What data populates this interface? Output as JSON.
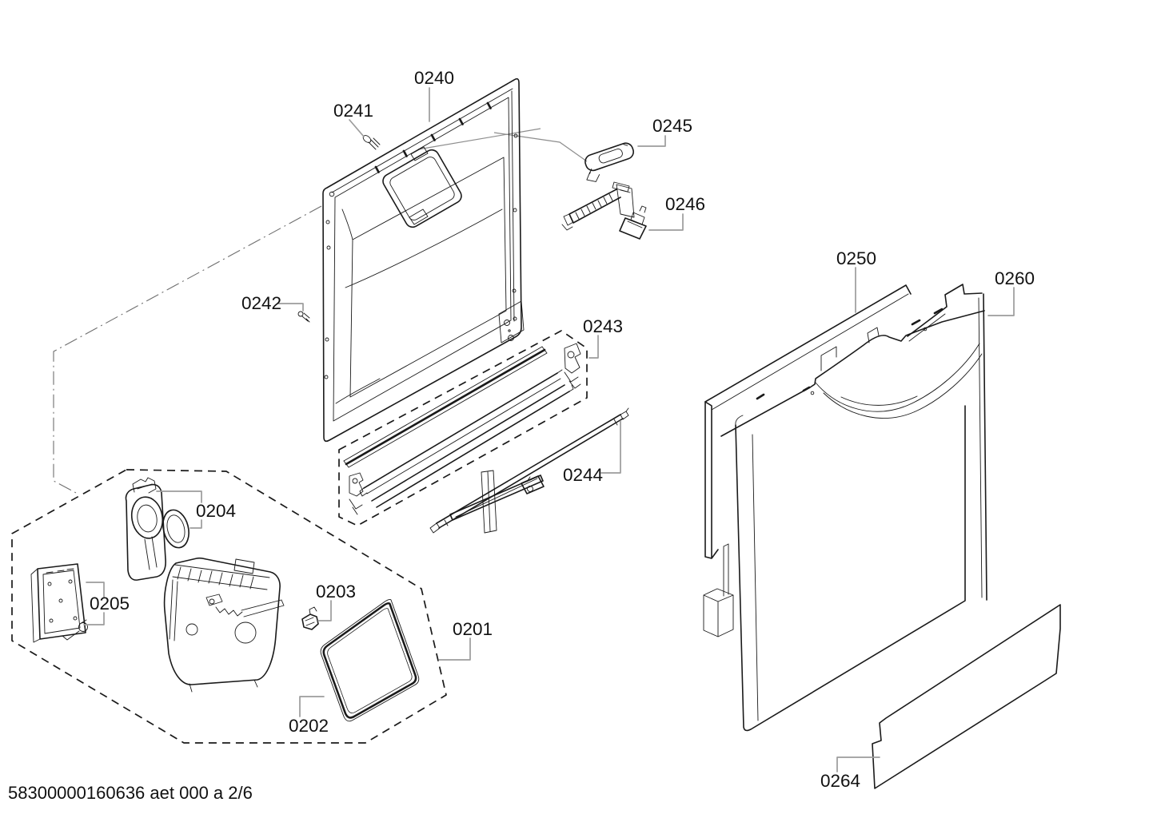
{
  "labels": {
    "p0240": "0240",
    "p0241": "0241",
    "p0242": "0242",
    "p0243": "0243",
    "p0244": "0244",
    "p0245": "0245",
    "p0246": "0246",
    "p0250": "0250",
    "p0260": "0260",
    "p0264": "0264",
    "p0204": "0204",
    "p0205": "0205",
    "p0203": "0203",
    "p0201": "0201",
    "p0202": "0202"
  },
  "footer": "58300000160636 aet 000 a 2/6",
  "colors": {
    "background": "#ffffff",
    "line": "#1a1a1a",
    "leader": "#9c9c9c",
    "text": "#111111"
  }
}
